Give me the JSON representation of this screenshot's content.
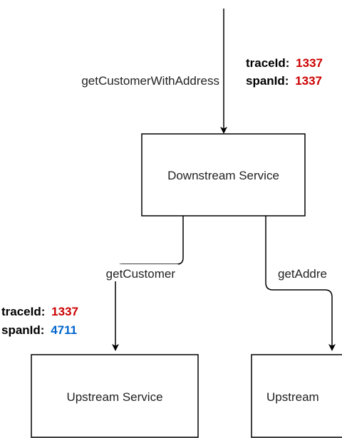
{
  "colors": {
    "trace_value": "#cc0000",
    "span_same": "#cc0000",
    "span_new": "#0066cc",
    "line": "#000000",
    "box_fill": "#ffffff"
  },
  "edges": {
    "incoming_call": "getCustomerWithAddress",
    "left_call": "getCustomer",
    "right_call": "getAddre"
  },
  "nodes": {
    "downstream": "Downstream Service",
    "upstream_left": "Upstream Service",
    "upstream_right": "Upstream"
  },
  "trace_top": {
    "trace_key": "traceId:",
    "trace_value": "1337",
    "span_key": "spanId:",
    "span_value": "1337"
  },
  "trace_left": {
    "trace_key": "traceId:",
    "trace_value": "1337",
    "span_key": "spanId:",
    "span_value": "4711"
  }
}
